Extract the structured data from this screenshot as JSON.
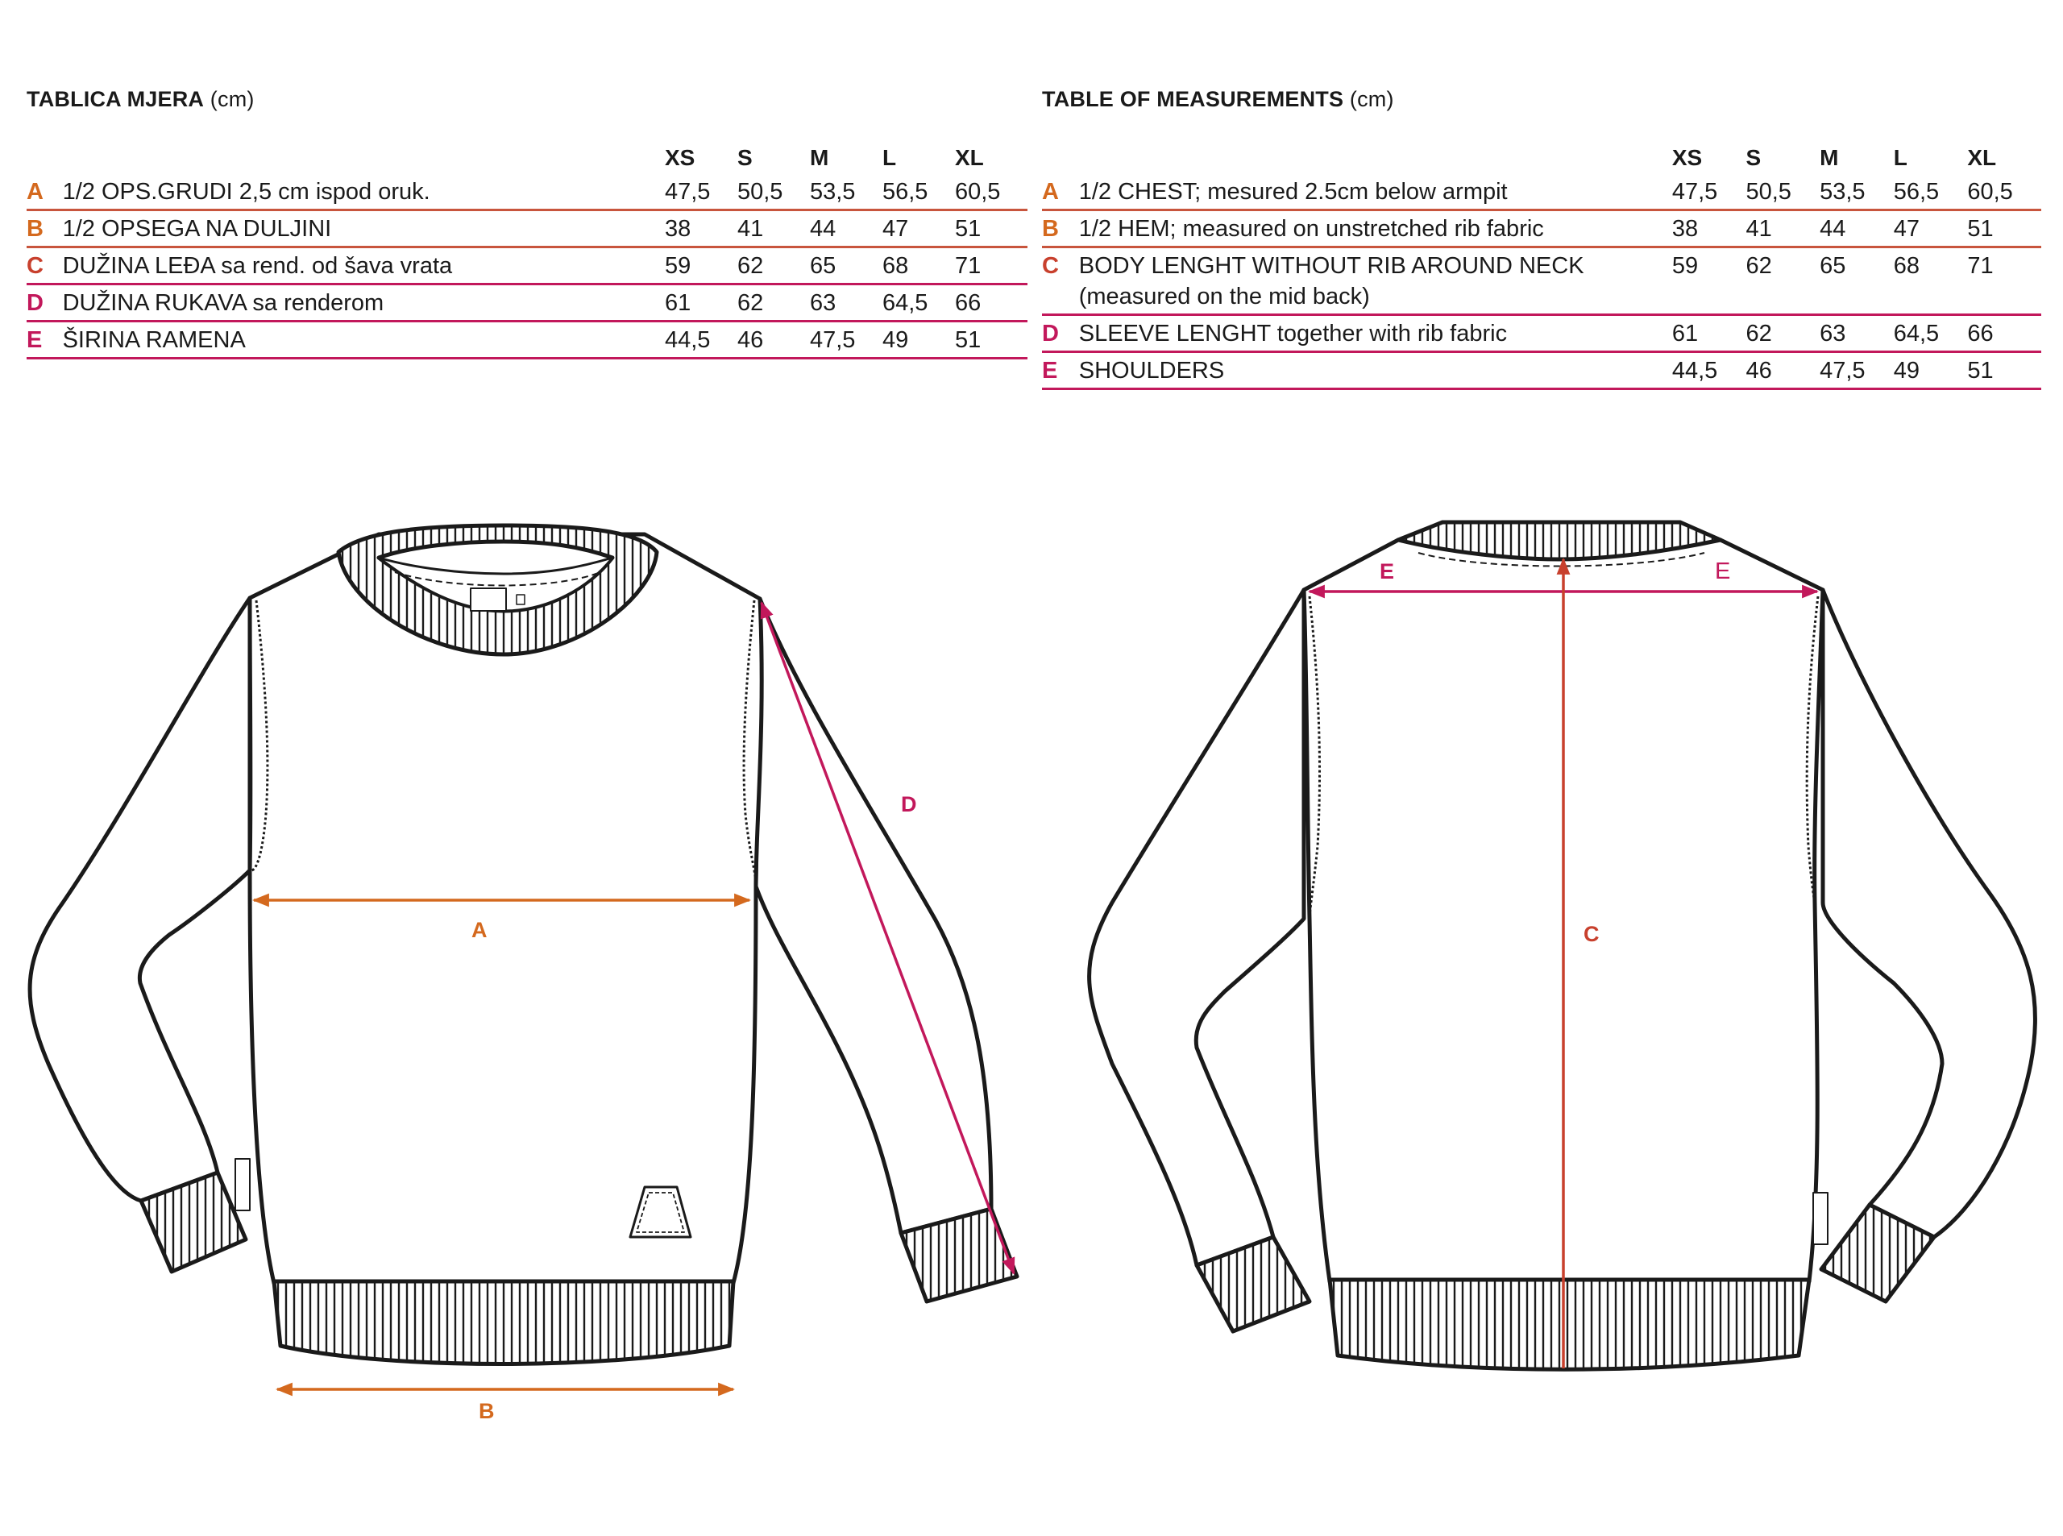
{
  "tables": [
    {
      "title_bold": "TABLICA MJERA",
      "title_unit": "(cm)",
      "sizes": [
        "XS",
        "S",
        "M",
        "L",
        "XL"
      ],
      "rows": [
        {
          "letter": "A",
          "desc": [
            "1/2 OPS.GRUDI 2,5 cm ispod oruk."
          ],
          "values": [
            "47,5",
            "50,5",
            "53,5",
            "56,5",
            "60,5"
          ]
        },
        {
          "letter": "B",
          "desc": [
            "1/2 OPSEGA NA DULJINI"
          ],
          "values": [
            "38",
            "41",
            "44",
            "47",
            "51"
          ]
        },
        {
          "letter": "C",
          "desc": [
            "DUŽINA LEĐA sa rend. od šava vrata"
          ],
          "values": [
            "59",
            "62",
            "65",
            "68",
            "71"
          ]
        },
        {
          "letter": "D",
          "desc": [
            "DUŽINA RUKAVA sa renderom"
          ],
          "values": [
            "61",
            "62",
            "63",
            "64,5",
            "66"
          ]
        },
        {
          "letter": "E",
          "desc": [
            "ŠIRINA RAMENA"
          ],
          "values": [
            "44,5",
            "46",
            "47,5",
            "49",
            "51"
          ]
        }
      ]
    },
    {
      "title_bold": "TABLE OF MEASUREMENTS",
      "title_unit": "(cm)",
      "sizes": [
        "XS",
        "S",
        "M",
        "L",
        "XL"
      ],
      "rows": [
        {
          "letter": "A",
          "desc": [
            "1/2 CHEST; mesured 2.5cm below armpit"
          ],
          "values": [
            "47,5",
            "50,5",
            "53,5",
            "56,5",
            "60,5"
          ]
        },
        {
          "letter": "B",
          "desc": [
            "1/2 HEM; measured on unstretched rib fabric"
          ],
          "values": [
            "38",
            "41",
            "44",
            "47",
            "51"
          ]
        },
        {
          "letter": "C",
          "desc": [
            "BODY LENGHT WITHOUT RIB AROUND NECK",
            "(measured on the mid back)"
          ],
          "values": [
            "59",
            "62",
            "65",
            "68",
            "71"
          ]
        },
        {
          "letter": "D",
          "desc": [
            "SLEEVE LENGHT together with rib fabric"
          ],
          "values": [
            "61",
            "62",
            "63",
            "64,5",
            "66"
          ]
        },
        {
          "letter": "E",
          "desc": [
            "SHOULDERS"
          ],
          "values": [
            "44,5",
            "46",
            "47,5",
            "49",
            "51"
          ]
        }
      ]
    }
  ],
  "colors": {
    "A": "#d4691e",
    "B": "#d4691e",
    "C": "#c8402d",
    "D": "#c2185b",
    "E": "#c2185b",
    "outline": "#1a1a1a"
  },
  "diagram": {
    "front_labels": {
      "A": "A",
      "B": "B",
      "D": "D"
    },
    "back_labels": {
      "C": "C",
      "E_left": "E",
      "E_right": "E"
    }
  }
}
